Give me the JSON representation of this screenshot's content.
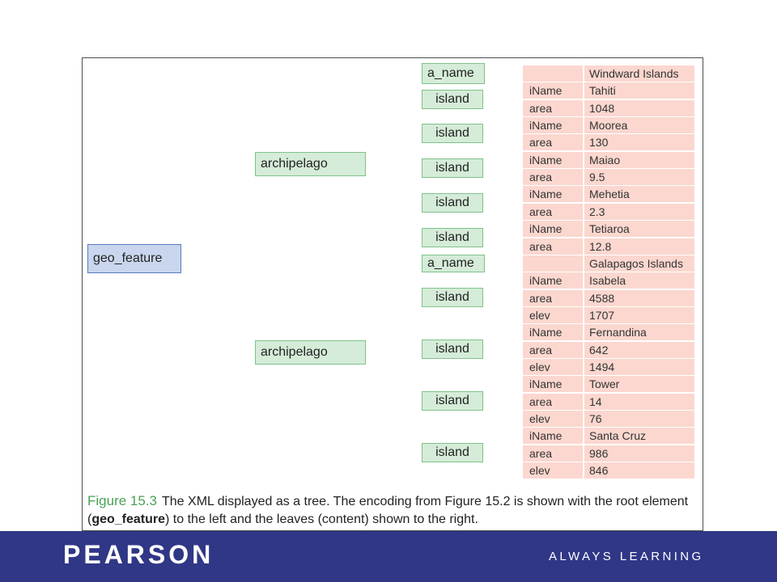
{
  "diagram": {
    "root": "geo_feature",
    "archipelagos": [
      {
        "label": "archipelago",
        "name_tag": "a_name",
        "name_value": "Windward Islands",
        "islands": [
          {
            "label": "island",
            "props": [
              {
                "tag": "iName",
                "value": "Tahiti"
              },
              {
                "tag": "area",
                "value": "1048"
              }
            ]
          },
          {
            "label": "island",
            "props": [
              {
                "tag": "iName",
                "value": "Moorea"
              },
              {
                "tag": "area",
                "value": "130"
              }
            ]
          },
          {
            "label": "island",
            "props": [
              {
                "tag": "iName",
                "value": "Maiao"
              },
              {
                "tag": "area",
                "value": "9.5"
              }
            ]
          },
          {
            "label": "island",
            "props": [
              {
                "tag": "iName",
                "value": "Mehetia"
              },
              {
                "tag": "area",
                "value": "2.3"
              }
            ]
          },
          {
            "label": "island",
            "props": [
              {
                "tag": "iName",
                "value": "Tetiaroa"
              },
              {
                "tag": "area",
                "value": "12.8"
              }
            ]
          }
        ]
      },
      {
        "label": "archipelago",
        "name_tag": "a_name",
        "name_value": "Galapagos Islands",
        "islands": [
          {
            "label": "island",
            "props": [
              {
                "tag": "iName",
                "value": "Isabela"
              },
              {
                "tag": "area",
                "value": "4588"
              },
              {
                "tag": "elev",
                "value": "1707"
              }
            ]
          },
          {
            "label": "island",
            "props": [
              {
                "tag": "iName",
                "value": "Fernandina"
              },
              {
                "tag": "area",
                "value": "642"
              },
              {
                "tag": "elev",
                "value": "1494"
              }
            ]
          },
          {
            "label": "island",
            "props": [
              {
                "tag": "iName",
                "value": "Tower"
              },
              {
                "tag": "area",
                "value": "14"
              },
              {
                "tag": "elev",
                "value": "76"
              }
            ]
          },
          {
            "label": "island",
            "props": [
              {
                "tag": "iName",
                "value": "Santa Cruz"
              },
              {
                "tag": "area",
                "value": "986"
              },
              {
                "tag": "elev",
                "value": "846"
              }
            ]
          }
        ]
      }
    ]
  },
  "caption": {
    "figure_label": "Figure 15.3",
    "text_before": "The XML displayed as a tree. The encoding from Figure 15.2 is shown with the root element (",
    "root_name": "geo_feature",
    "text_after": ") to the left and the leaves (content) shown to the right."
  },
  "footer": {
    "logo": "PEARSON",
    "tagline": "ALWAYS LEARNING"
  },
  "colors": {
    "root_fill": "#c9d6ee",
    "root_edge": "#5a7bbd",
    "inner_fill": "#d5ecd8",
    "inner_edge": "#4fb35c",
    "leaf_fill": "#fbd7cf",
    "leaf_edge": "#ef7f4f",
    "footer_bg": "#2f3786",
    "caption_label": "#4aa257"
  }
}
